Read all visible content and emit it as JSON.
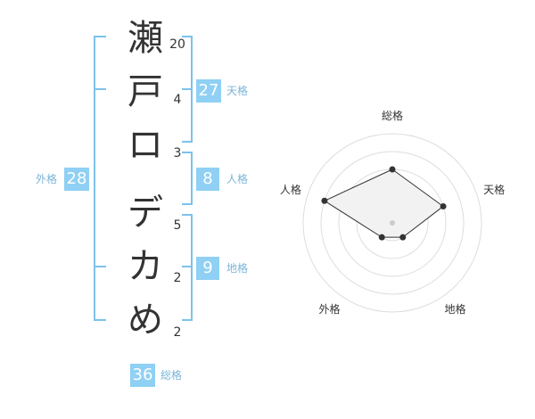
{
  "name": {
    "characters": [
      {
        "char": "瀬",
        "strokes": "20"
      },
      {
        "char": "戸",
        "strokes": "4"
      },
      {
        "char": "ロ",
        "strokes": "3"
      },
      {
        "char": "デ",
        "strokes": "5"
      },
      {
        "char": "カ",
        "strokes": "2"
      },
      {
        "char": "め",
        "strokes": "2"
      }
    ]
  },
  "fortune": {
    "tenkaku": {
      "label": "天格",
      "value": "27"
    },
    "jinkaku": {
      "label": "人格",
      "value": "8"
    },
    "chikaku": {
      "label": "地格",
      "value": "9"
    },
    "gaikaku": {
      "label": "外格",
      "value": "28"
    },
    "soukaku": {
      "label": "総格",
      "value": "36"
    }
  },
  "radar": {
    "axes": [
      "総格",
      "天格",
      "地格",
      "外格",
      "人格"
    ],
    "values": [
      3,
      3,
      1,
      1,
      4
    ],
    "max": 5,
    "rings": 5,
    "colors": {
      "fill": "#f2f2f2",
      "stroke": "#333333",
      "ring": "#dddddd",
      "center": "#cccccc"
    }
  },
  "colors": {
    "accent": "#8fd0f4",
    "bracket": "#7cc2ec",
    "label": "#7ab5d8"
  }
}
